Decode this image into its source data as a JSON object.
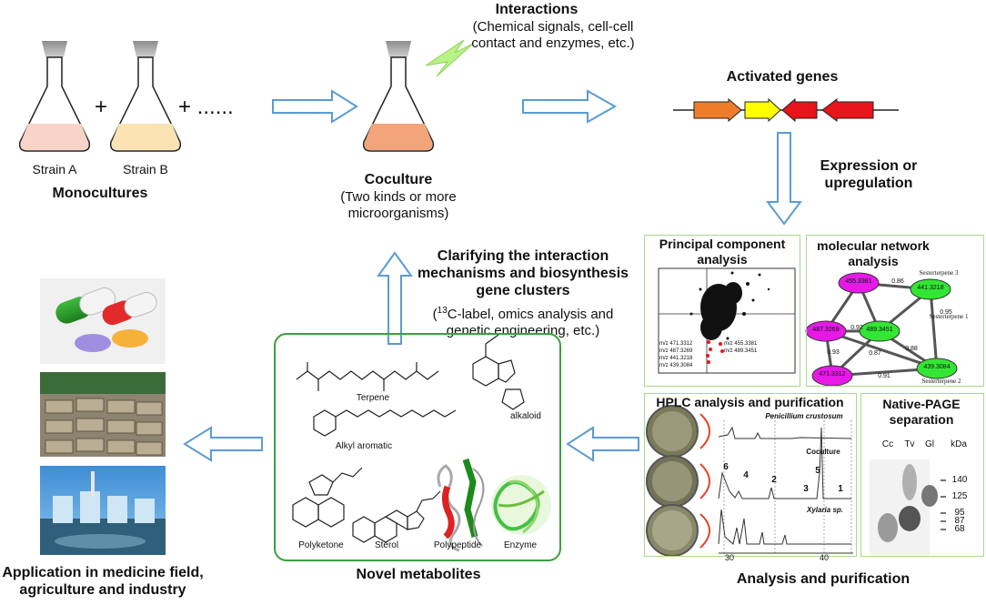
{
  "monocultures": {
    "strain_a": "Strain A",
    "strain_b": "Strain B",
    "plus": "+",
    "plus_more": "+ ......",
    "title": "Monocultures"
  },
  "coculture": {
    "title": "Coculture",
    "desc": "(Two kinds or more microorganisms)"
  },
  "interactions": {
    "title": "Interactions",
    "desc": "(Chemical signals, cell-cell contact and enzymes, etc.)"
  },
  "activated_genes": "Activated genes",
  "expression": "Expression or upregulation",
  "clarifying": {
    "title": "Clarifying the interaction mechanisms and biosynthesis gene clusters",
    "desc_sup": "13",
    "desc_rest": "C-label, omics analysis and genetic engineering, etc.)"
  },
  "pca": {
    "title": "Principal component analysis",
    "labels": [
      "m/z 471.3312",
      "m/z 487.3269",
      "m/z 441.3218",
      "m/z 439.3084",
      "m/z 455.3381",
      "m/z 489.3451"
    ]
  },
  "network": {
    "title": "molecular network analysis",
    "nodes": [
      "455.3381",
      "441.3218",
      "487.3269",
      "489.3451",
      "471.3312",
      "439.3084"
    ],
    "edges": [
      "0.86",
      "0.92",
      "0.93",
      "0.91",
      "0.95",
      "0.88",
      "0.87"
    ],
    "labels": [
      "Sesterterpene 3",
      "Sesterterpene 1",
      "Sesterterpene 2"
    ]
  },
  "hplc": {
    "title": "HPLC analysis and purification",
    "trace_top": "Penicillium crustosum",
    "trace_mid": "Coculture",
    "trace_bot": "Xylaria sp.",
    "peaks": [
      "6",
      "4",
      "2",
      "5",
      "3",
      "1"
    ],
    "xticks": [
      "30",
      "40"
    ]
  },
  "page": {
    "title": "Native-PAGE separation",
    "lanes": [
      "Cc",
      "Tv",
      "Gl",
      "kDa"
    ],
    "markers": [
      "140",
      "125",
      "95",
      "87",
      "68"
    ]
  },
  "analysis": "Analysis and purification",
  "metabolites": {
    "title": "Novel metabolites",
    "classes": [
      "Terpene",
      "alkaloid",
      "Alkyl aromatic",
      "Polyketone",
      "Sterol",
      "Polypeptide",
      "Enzyme"
    ]
  },
  "application": "Application in medicine field, agriculture and industry",
  "colors": {
    "arrow": "#5b9bd5",
    "box_border": "#3aa03a",
    "panel_border": "#a9d88b",
    "gene_orange": "#ee7d2b",
    "gene_yellow": "#ffff00",
    "gene_red": "#e8141a",
    "flask_top": "#a6a6a6",
    "lightning": "#b9f285"
  }
}
